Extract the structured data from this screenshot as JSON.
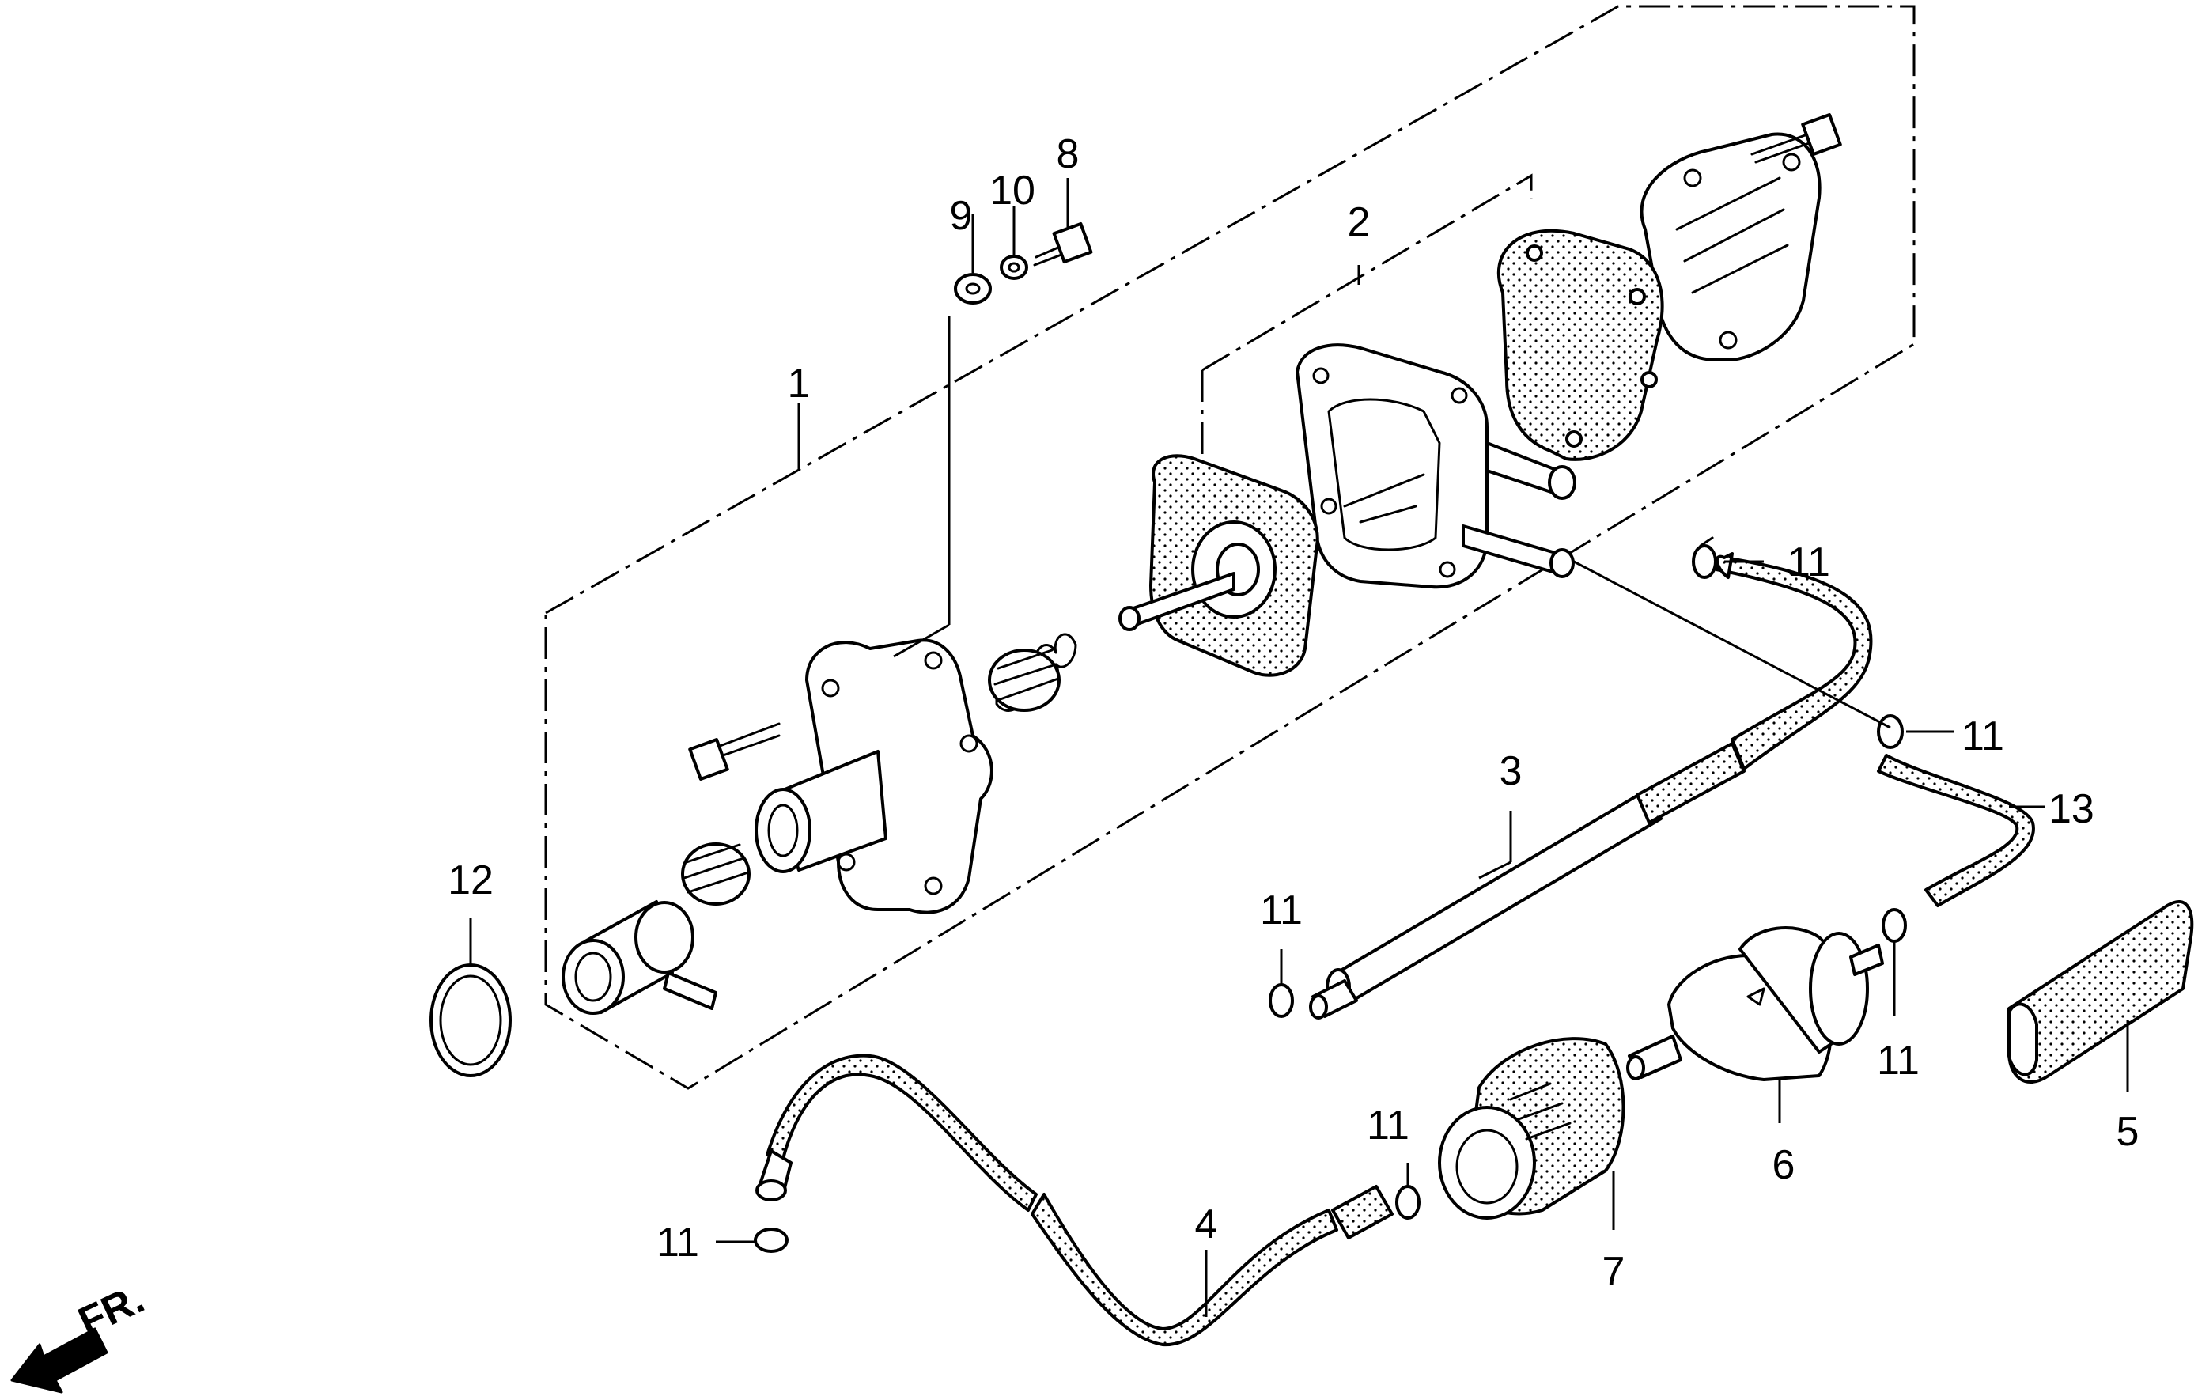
{
  "diagram": {
    "callouts": {
      "c1": "1",
      "c2": "2",
      "c3": "3",
      "c4": "4",
      "c5": "5",
      "c6": "6",
      "c7": "7",
      "c8": "8",
      "c9": "9",
      "c10": "10",
      "c11a": "11",
      "c11b": "11",
      "c11c": "11",
      "c11d": "11",
      "c11e": "11",
      "c11f": "11",
      "c12": "12",
      "c13": "13"
    },
    "direction_label": "FR."
  }
}
